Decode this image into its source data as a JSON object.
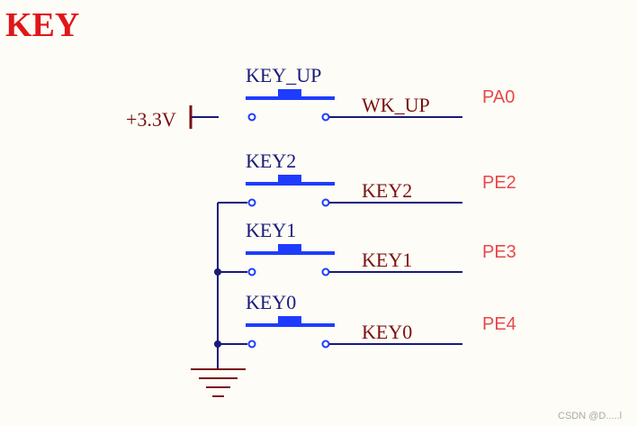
{
  "title": "KEY",
  "supply_label": "+3.3V",
  "watermark": "CSDN @D.....l",
  "colors": {
    "title": "#e0161b",
    "wire": "#1a1a7a",
    "switch": "#1e3cff",
    "key_label": "#1a1a7a",
    "net_label": "#7a1010",
    "pin_label": "#e8484a",
    "supply": "#7a1010",
    "ground": "#7a1010",
    "junction": "#1a1a7a"
  },
  "keys": [
    {
      "key_label": "KEY_UP",
      "net_label": "WK_UP",
      "pin_label": "PA0"
    },
    {
      "key_label": "KEY2",
      "net_label": "KEY2",
      "pin_label": "PE2"
    },
    {
      "key_label": "KEY1",
      "net_label": "KEY1",
      "pin_label": "PE3"
    },
    {
      "key_label": "KEY0",
      "net_label": "KEY0",
      "pin_label": "PE4"
    }
  ]
}
